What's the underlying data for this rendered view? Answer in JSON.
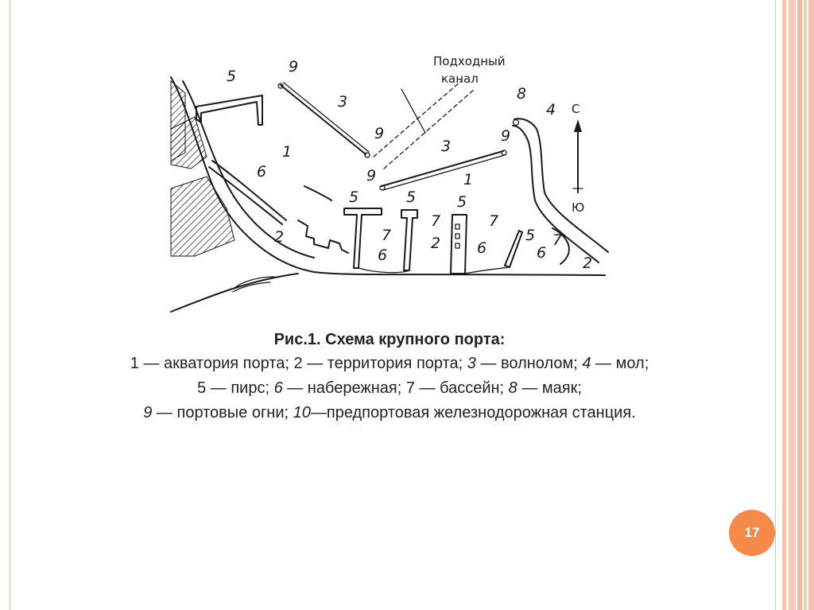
{
  "diagram": {
    "labels": {
      "channel_line1": "Подходный",
      "channel_line2": "канал",
      "north": "С",
      "south": "Ю",
      "n1": "1",
      "n2": "2",
      "n3": "3",
      "n4": "4",
      "n5": "5",
      "n6": "6",
      "n7": "7",
      "n8": "8",
      "n9": "9"
    }
  },
  "caption": {
    "title": "Рис.1. Схема крупного порта:",
    "line1": [
      {
        "num": "1",
        "italic": false,
        "text": " — акватория порта; "
      },
      {
        "num": "2",
        "italic": false,
        "text": " — территория порта;  "
      },
      {
        "num": "3",
        "italic": true,
        "text": " — волнолом;  "
      },
      {
        "num": "4",
        "italic": true,
        "text": " — мол;"
      }
    ],
    "line2": [
      {
        "num": "5",
        "italic": false,
        "text": " — пирс; "
      },
      {
        "num": "6",
        "italic": true,
        "text": " — набережная; "
      },
      {
        "num": "7",
        "italic": false,
        "text": " — бассейн; "
      },
      {
        "num": "8",
        "italic": true,
        "text": " — маяк;"
      }
    ],
    "line3": [
      {
        "num": "9",
        "italic": true,
        "text": " — портовые огни; "
      },
      {
        "num": "10",
        "italic": true,
        "text": "—предпортовая железнодорожная станция."
      }
    ]
  },
  "slide": {
    "page_number": "17",
    "accent_color": "#f58a4b"
  }
}
